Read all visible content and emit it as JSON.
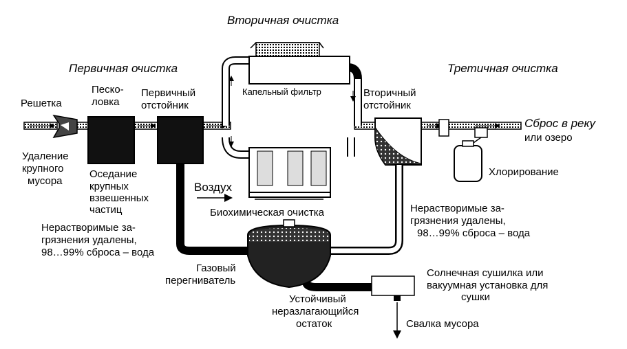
{
  "stages": {
    "primary": "Первичная очистка",
    "secondary": "Вторичная очистка",
    "tertiary": "Третичная очистка"
  },
  "units": {
    "screen": "Решетка",
    "grit_line1": "Песко-",
    "grit_line2": "ловка",
    "primary_settler_line1": "Первичный",
    "primary_settler_line2": "отстойник",
    "trickling_filter": "Капельный фильтр",
    "secondary_settler_line1": "Вторичный",
    "secondary_settler_line2": "отстойник",
    "chlorination": "Хлорирование",
    "air": "Воздух",
    "biochemical": "Биохимическая очистка",
    "digester_line1": "Газовый",
    "digester_line2": "перегниватель"
  },
  "notes": {
    "screen_removal_line1": "Удаление",
    "screen_removal_line2": "крупного",
    "screen_removal_line3": "мусора",
    "settling_line1": "Оседание",
    "settling_line2": "крупных",
    "settling_line3": "взвешенных",
    "settling_line4": "частиц",
    "left_insoluble_line1": "Нерастворимые за-",
    "left_insoluble_line2": "грязнения удалены,",
    "left_insoluble_line3": "98…99% сброса – вода",
    "right_insoluble_line1": "Нерастворимые за-",
    "right_insoluble_line2": "грязнения удалены,",
    "right_insoluble_line3": "98…99% сброса – вода",
    "discharge_line1": "Сброс в реку",
    "discharge_line2": "или озеро",
    "dryer_line1": "Солнечная сушилка или",
    "dryer_line2": "вакуумная установка для",
    "dryer_line3": "сушки",
    "residue_line1": "Устойчивый",
    "residue_line2": "неразлагающийся",
    "residue_line3": "остаток",
    "landfill": "Свалка мусора"
  }
}
